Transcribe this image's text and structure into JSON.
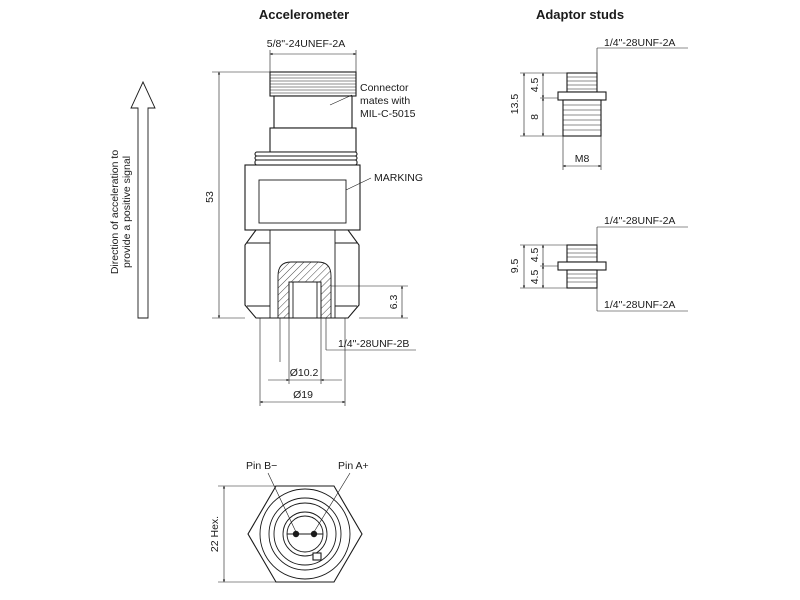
{
  "titles": {
    "accelerometer": "Accelerometer",
    "adaptor_studs": "Adaptor studs"
  },
  "accelerometer": {
    "top_thread": "5/8\"-24UNEF-2A",
    "connector_note": [
      "Connector",
      "mates with",
      "MIL-C-5015"
    ],
    "marking": "MARKING",
    "height": "53",
    "bore_depth": "6.3",
    "bottom_thread": "1/4\"-28UNF-2B",
    "bore_dia": "Ø10.2",
    "body_dia": "Ø19"
  },
  "direction_note": [
    "Direction of acceleration to",
    "provide a positive signal"
  ],
  "bottom_view": {
    "pin_b": "Pin B−",
    "pin_a": "Pin A+",
    "hex": "22 Hex."
  },
  "stud_m8": {
    "thread": "1/4\"-28UNF-2A",
    "dim_top": "4.5",
    "dim_bottom": "8",
    "dim_total": "13.5",
    "width": "M8"
  },
  "stud_unf": {
    "thread_top": "1/4\"-28UNF-2A",
    "thread_bottom": "1/4\"-28UNF-2A",
    "dim_top": "4.5",
    "dim_bottom": "4.5",
    "dim_total": "9.5"
  },
  "colors": {
    "line": "#1a1a1a",
    "background": "#ffffff"
  }
}
